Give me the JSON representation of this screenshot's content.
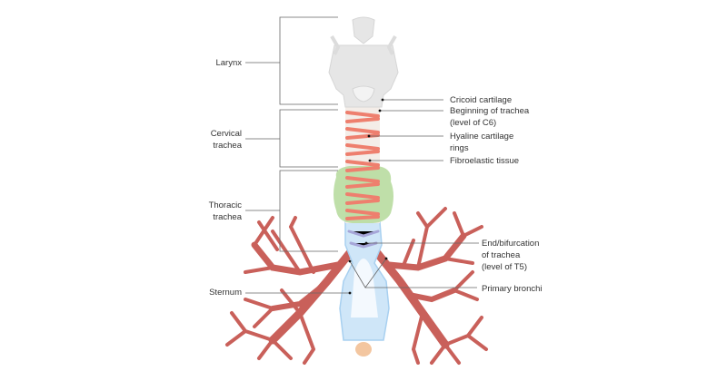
{
  "left_labels": {
    "larynx": "Larynx",
    "cervical_1": "Cervical",
    "cervical_2": "trachea",
    "thoracic_1": "Thoracic",
    "thoracic_2": "trachea",
    "sternum": "Sternum"
  },
  "right_labels": {
    "cricoid": "Cricoid cartilage",
    "beginning_1": "Beginning of trachea",
    "beginning_2": "(level of C6)",
    "hyaline_1": "Hyaline cartilage",
    "hyaline_2": "rings",
    "fibroelastic": "Fibroelastic tissue",
    "end_1": "End/bifurcation",
    "end_2": "of trachea",
    "end_3": "(level of T5)",
    "primary_bronchi": "Primary bronchi"
  },
  "colors": {
    "larynx": "#e6e6e6",
    "cartilage": "#ee7f6e",
    "thyroid": "#b8dca0",
    "sternum": "#cfe6f8",
    "bronchi": "#c9605a",
    "xiphoid": "#f3c6a0"
  }
}
